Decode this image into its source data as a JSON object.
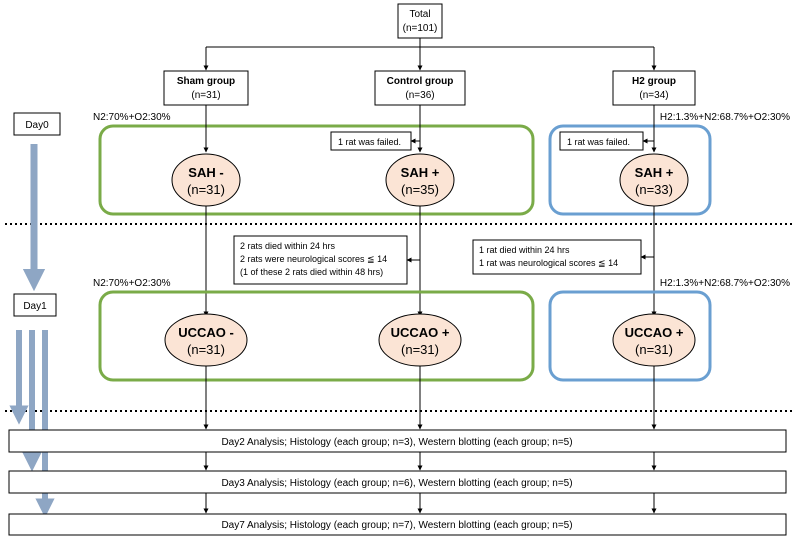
{
  "total": {
    "title": "Total",
    "n": "(n=101)"
  },
  "groups": [
    {
      "name": "Sham group",
      "n": "(n=31)"
    },
    {
      "name": "Control group",
      "n": "(n=36)"
    },
    {
      "name": "H2 group",
      "n": "(n=34)"
    }
  ],
  "days": {
    "day0": "Day0",
    "day1": "Day1"
  },
  "gas": {
    "sham_control": "N2:70%+O2:30%",
    "h2": "H2:1.3%+N2:68.7%+O2:30%"
  },
  "sah": [
    {
      "label": "SAH -",
      "n": "(n=31)"
    },
    {
      "label": "SAH +",
      "n": "(n=35)"
    },
    {
      "label": "SAH +",
      "n": "(n=33)"
    }
  ],
  "notes": {
    "control_fail": "1 rat was failed.",
    "h2_fail": "1 rat was failed.",
    "control_day1": [
      "2 rats died within 24 hrs",
      "2 rats were neurological scores ≦ 14",
      "(1 of these 2 rats died within 48 hrs)"
    ],
    "h2_day1": [
      "1 rat died within 24 hrs",
      "1 rat was neurological scores ≦ 14"
    ]
  },
  "uccao": [
    {
      "label": "UCCAO -",
      "n": "(n=31)"
    },
    {
      "label": "UCCAO +",
      "n": "(n=31)"
    },
    {
      "label": "UCCAO +",
      "n": "(n=31)"
    }
  ],
  "analyses": [
    "Day2 Analysis; Histology (each group; n=3), Western blotting (each group; n=5)",
    "Day3 Analysis; Histology (each group; n=6), Western blotting (each group; n=5)",
    "Day7 Analysis; Histology (each group; n=7), Western blotting (each group; n=5)"
  ],
  "colors": {
    "green": "#7aab48",
    "blue": "#6a9fd1",
    "oval": "#fbe4d5",
    "arrow": "#8ea6c4"
  }
}
